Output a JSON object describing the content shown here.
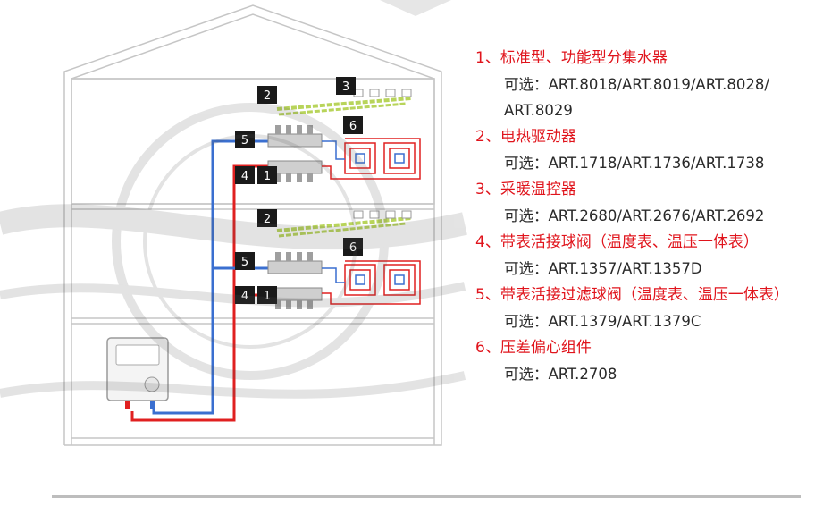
{
  "callouts": [
    "1",
    "2",
    "3",
    "4",
    "5",
    "6"
  ],
  "legend": {
    "items": [
      {
        "num": "1、",
        "title": "标准型、功能型分集水器",
        "options": "可选：ART.8018/ART.8019/ART.8028/ ART.8029"
      },
      {
        "num": "2、",
        "title": "电热驱动器",
        "options": "可选：ART.1718/ART.1736/ART.1738"
      },
      {
        "num": "3、",
        "title": "采暖温控器",
        "options": "可选：ART.2680/ART.2676/ART.2692"
      },
      {
        "num": "4、",
        "title": "带表活接球阀（温度表、温压一体表）",
        "options": "可选：ART.1357/ART.1357D"
      },
      {
        "num": "5、",
        "title": "带表活接过滤球阀（温度表、温压一体表）",
        "options": "可选：ART.1379/ART.1379C"
      },
      {
        "num": "6、",
        "title": "压差偏心组件",
        "options": "可选：ART.2708"
      }
    ]
  },
  "colors": {
    "accent_red": "#e0141c",
    "pipe_red": "#e02020",
    "pipe_blue": "#3a6fd0",
    "label_box": "#1a1a1a",
    "thermostat_wire": "#b8d45a"
  }
}
